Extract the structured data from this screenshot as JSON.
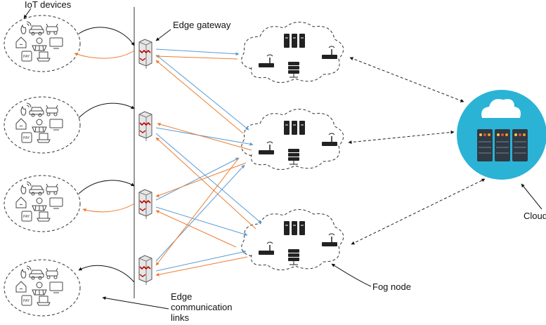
{
  "labels": {
    "iot_devices": "IoT devices",
    "edge_gateway": "Edge gateway",
    "fog_node": "Fog node",
    "cloud": "Cloud",
    "edge_links_line1": "Edge",
    "edge_links_line2": "communication",
    "edge_links_line3": "links"
  },
  "device_icons": [
    "fire-sensor-icon",
    "car-icon",
    "drone-icon",
    "smart-home-icon",
    "solar-panel-icon",
    "monitor-icon",
    "pay-terminal-icon",
    "laptop-icon"
  ],
  "colors": {
    "uplink": "#5b9bd5",
    "downlink": "#ed7d31",
    "device_link": "#111111",
    "cloud_circle": "#2bb3d6",
    "server_dark": "#2f3a44"
  }
}
